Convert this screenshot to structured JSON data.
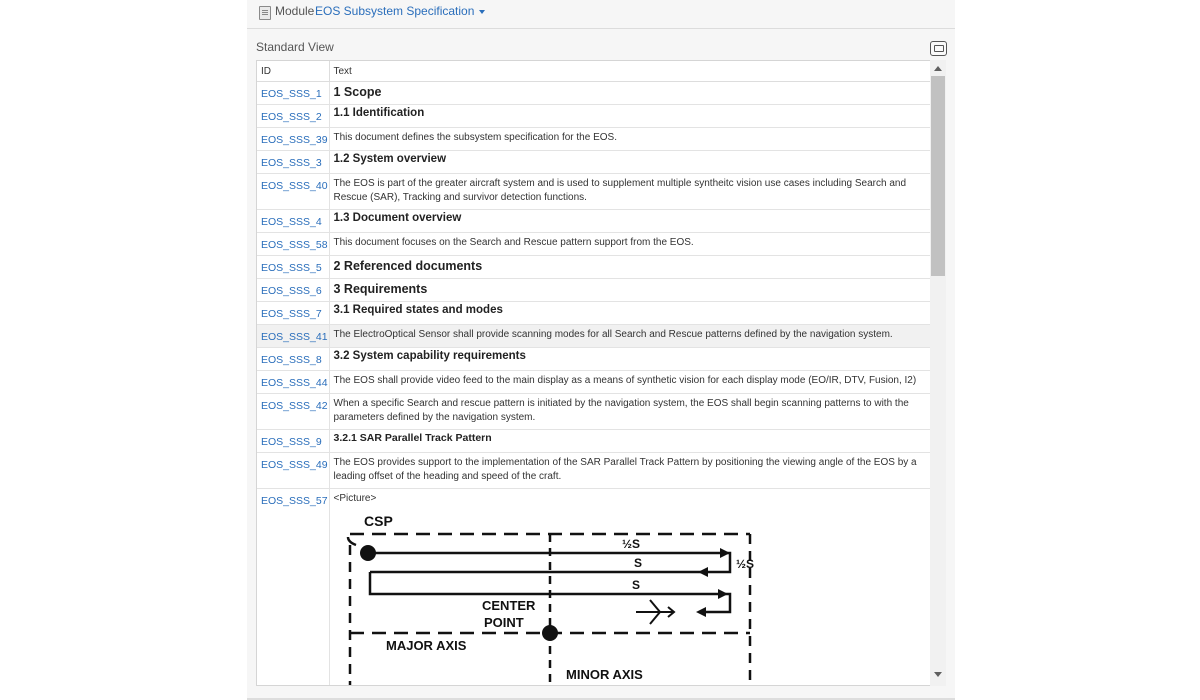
{
  "header": {
    "module_label": "Module",
    "module_name": "EOS Subsystem Specification",
    "doc_icon": "document-icon",
    "dropdown_icon": "caret-down-icon"
  },
  "view": {
    "title": "Standard View",
    "comment_icon": "comment-icon"
  },
  "table": {
    "columns": [
      "ID",
      "Text"
    ],
    "rows": [
      {
        "id": "EOS_SSS_1",
        "text": "1 Scope",
        "style": "h1"
      },
      {
        "id": "EOS_SSS_2",
        "text": "1.1 Identification",
        "style": "h2"
      },
      {
        "id": "EOS_SSS_39",
        "text": " This document defines the subsystem specification for the EOS.",
        "style": "txt"
      },
      {
        "id": "EOS_SSS_3",
        "text": "1.2 System overview",
        "style": "h2"
      },
      {
        "id": "EOS_SSS_40",
        "text": "The EOS is part of the greater aircraft system and is used to supplement multiple syntheitc vision use cases including Search and Rescue (SAR), Tracking and survivor detection functions.",
        "style": "txt"
      },
      {
        "id": "EOS_SSS_4",
        "text": "1.3 Document overview",
        "style": "h2"
      },
      {
        "id": "EOS_SSS_58",
        "text": "This document focuses on the Search and Rescue pattern support from the EOS.",
        "style": "txt"
      },
      {
        "id": "EOS_SSS_5",
        "text": "2 Referenced documents",
        "style": "h1"
      },
      {
        "id": "EOS_SSS_6",
        "text": "3 Requirements",
        "style": "h1"
      },
      {
        "id": "EOS_SSS_7",
        "text": "3.1 Required states and modes",
        "style": "h2"
      },
      {
        "id": "EOS_SSS_41",
        "text": "The ElectroOptical Sensor shall provide scanning modes for all Search and Rescue patterns defined by the navigation system.",
        "style": "txt",
        "highlight": true
      },
      {
        "id": "EOS_SSS_8",
        "text": "3.2 System capability requirements",
        "style": "h2"
      },
      {
        "id": "EOS_SSS_44",
        "text": "The EOS shall provide video feed to the main display as a means of synthetic vision for each display mode (EO/IR, DTV, Fusion, I2)",
        "style": "txt"
      },
      {
        "id": "EOS_SSS_42",
        "text": "When a specific Search and rescue pattern is initiated by the navigation system, the EOS shall begin scanning patterns to with the parameters defined by the navigation system.",
        "style": "txt"
      },
      {
        "id": "EOS_SSS_9",
        "text": "3.2.1 SAR Parallel Track Pattern",
        "style": "h3"
      },
      {
        "id": "EOS_SSS_49",
        "text": "The EOS provides support to the implementation of the SAR Parallel Track Pattern by positioning the viewing angle of the EOS by a leading offset of the heading and speed of the craft.",
        "style": "txt"
      }
    ],
    "picture_row": {
      "id": "EOS_SSS_57",
      "text": "<Picture>",
      "diagram_labels": {
        "csp": "CSP",
        "half_s_top": "½S",
        "s1": "S",
        "s2": "S",
        "half_s_right": "½S",
        "center": "CENTER",
        "point": "POINT",
        "major_axis": "MAJOR AXIS",
        "minor_axis": "MINOR AXIS"
      }
    }
  },
  "scrollbar": {
    "up_icon": "scroll-up-arrow-icon",
    "down_icon": "scroll-down-arrow-icon"
  }
}
